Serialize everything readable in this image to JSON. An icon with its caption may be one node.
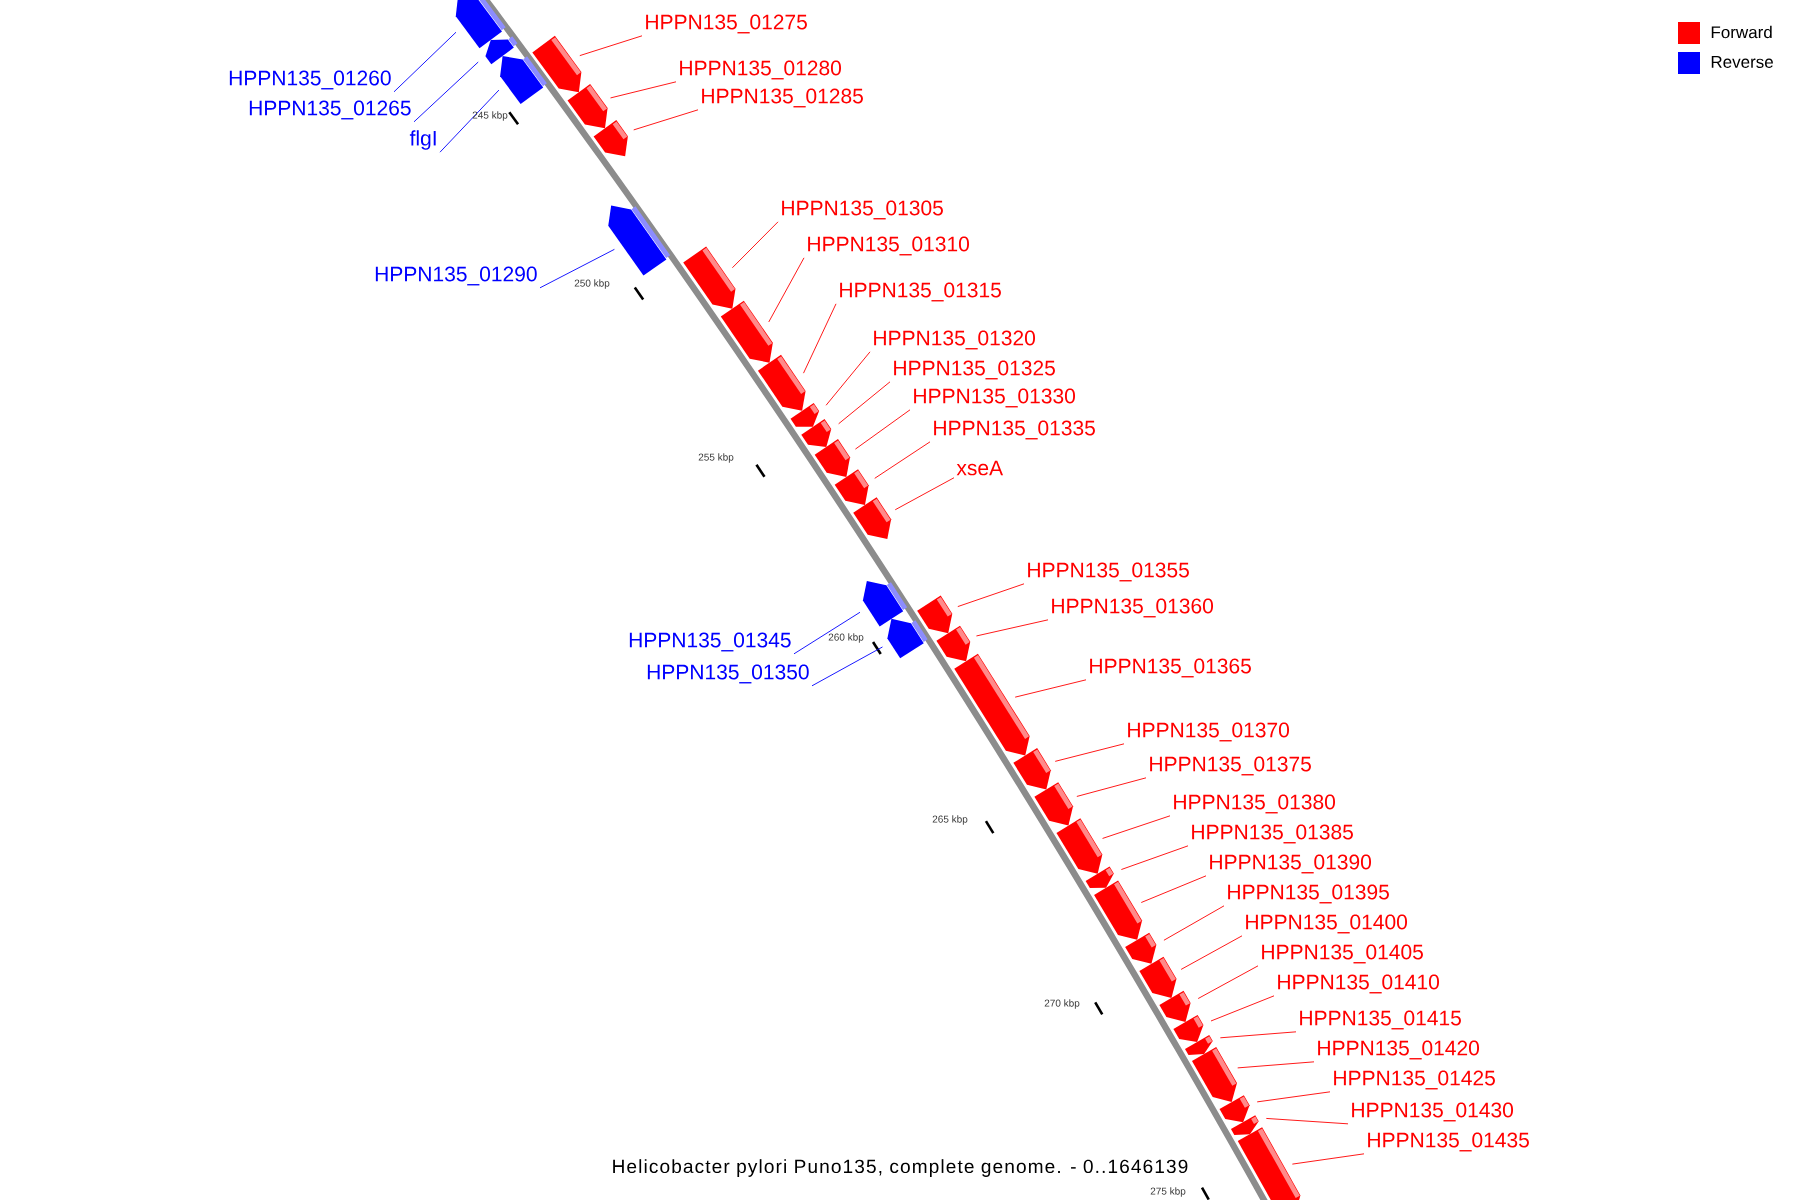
{
  "diagram": {
    "title": "Helicobacter pylori Puno135, complete genome. - 0..1646139",
    "nodes": [
      {
        "text": [
          "HPPN135_01260"
        ]
      },
      {
        "text": [],
        "shape": "bar"
      },
      {
        "text": [
          "HPPN135_01265"
        ]
      },
      {
        "text": [],
        "shape": "bar"
      },
      {
        "text": [
          "flgI"
        ]
      },
      {
        "text": [],
        "shape": "bar"
      },
      {
        "text": [
          "HPPN135_01275"
        ]
      },
      {
        "text": [],
        "shape": "bar"
      },
      {
        "text": [
          "HPPN135_01280"
        ]
      },
      {
        "text": [],
        "shape": "bar"
      },
      {
        "text": [
          "HPPN135_01285"
        ]
      },
      {
        "text": [],
        "shape": "bar"
      },
      {
        "text": [
          "HPPN135_01290"
        ]
      },
      {
        "text": [],
        "shape": "bar"
      },
      {
        "text": [
          "HPPN135_01305"
        ]
      },
      {
        "text": [],
        "shape": "bar"
      },
      {
        "text": [
          "HPPN135_01310"
        ]
      },
      {
        "text": [],
        "shape": "bar"
      },
      {
        "text": [
          "HPPN135_01315"
        ]
      },
      {
        "text": [],
        "shape": "bar"
      },
      {
        "text": [
          "HPPN135_01320"
        ]
      },
      {
        "text": [],
        "shape": "bar"
      },
      {
        "text": [
          "HPPN135_01325"
        ]
      },
      {
        "text": [],
        "shape": "bar"
      },
      {
        "text": [
          "HPPN135_01330"
        ]
      },
      {
        "text": [],
        "shape": "bar"
      },
      {
        "text": [
          "HPPN135_01335"
        ]
      },
      {
        "text": [],
        "shape": "bar"
      },
      {
        "text": [
          "xseA"
        ]
      },
      {
        "text": [],
        "shape": "bar"
      },
      {
        "text": [
          "HPPN135_01345"
        ]
      },
      {
        "text": [],
        "shape": "bar"
      },
      {
        "text": [
          "HPPN135_01350"
        ]
      },
      {
        "text": [],
        "shape": "bar"
      },
      {
        "text": [
          "HPPN135_01355"
        ]
      },
      {
        "text": [],
        "shape": "bar"
      },
      {
        "text": [
          "HPPN135_01360"
        ]
      },
      {
        "text": [],
        "shape": "bar"
      },
      {
        "text": [
          "HPPN135_01365"
        ]
      },
      {
        "text": [],
        "shape": "bar"
      },
      {
        "text": [
          "HPPN135_01370"
        ]
      },
      {
        "text": [],
        "shape": "bar"
      },
      {
        "text": [
          "HPPN135_01375"
        ]
      },
      {
        "text": [],
        "shape": "bar"
      },
      {
        "text": [
          "HPPN135_01380"
        ]
      },
      {
        "text": [],
        "shape": "bar"
      },
      {
        "text": [
          "HPPN135_01385"
        ]
      },
      {
        "text": [],
        "shape": "bar"
      },
      {
        "text": [
          "HPPN135_01390"
        ]
      },
      {
        "text": [],
        "shape": "bar"
      },
      {
        "text": [
          "HPPN135_01395"
        ]
      },
      {
        "text": [],
        "shape": "bar"
      },
      {
        "text": [
          "HPPN135_01400"
        ]
      },
      {
        "text": [],
        "shape": "bar"
      },
      {
        "text": [
          "HPPN135_01405"
        ]
      },
      {
        "text": [],
        "shape": "bar"
      },
      {
        "text": [
          "HPPN135_01410"
        ]
      },
      {
        "text": [],
        "shape": "bar"
      },
      {
        "text": [
          "HPPN135_01415"
        ]
      },
      {
        "text": [],
        "shape": "bar"
      },
      {
        "text": [
          "HPPN135_01420"
        ]
      },
      {
        "text": [],
        "shape": "bar"
      },
      {
        "text": [
          "HPPN135_01425"
        ]
      },
      {
        "text": [],
        "shape": "bar"
      },
      {
        "text": [
          "HPPN135_01430"
        ]
      },
      {
        "text": [],
        "shape": "bar"
      },
      {
        "text": [
          "HPPN135_01435"
        ]
      },
      {
        "text": [],
        "shape": "bar"
      }
    ],
    "edges": [
      {
        "from": 0,
        "to": 1,
        "arrow": "none",
        "color": "#0000ff"
      },
      {
        "from": 2,
        "to": 3,
        "arrow": "none",
        "color": "#0000ff"
      },
      {
        "from": 4,
        "to": 5,
        "arrow": "none",
        "color": "#0000ff"
      },
      {
        "from": 6,
        "to": 7,
        "arrow": "none"
      },
      {
        "from": 8,
        "to": 9,
        "arrow": "none"
      },
      {
        "from": 10,
        "to": 11,
        "arrow": "none"
      },
      {
        "from": 12,
        "to": 13,
        "arrow": "none",
        "color": "#0000ff"
      },
      {
        "from": 14,
        "to": 15,
        "arrow": "none"
      },
      {
        "from": 16,
        "to": 17,
        "arrow": "none"
      },
      {
        "from": 18,
        "to": 19,
        "arrow": "none"
      },
      {
        "from": 20,
        "to": 21,
        "arrow": "none"
      },
      {
        "from": 22,
        "to": 23,
        "arrow": "none"
      },
      {
        "from": 24,
        "to": 25,
        "arrow": "none"
      },
      {
        "from": 26,
        "to": 27,
        "arrow": "none"
      },
      {
        "from": 28,
        "to": 29,
        "arrow": "none"
      },
      {
        "from": 30,
        "to": 31,
        "arrow": "none",
        "color": "#0000ff"
      },
      {
        "from": 32,
        "to": 33,
        "arrow": "none",
        "color": "#0000ff"
      },
      {
        "from": 34,
        "to": 35,
        "arrow": "none"
      },
      {
        "from": 36,
        "to": 37,
        "arrow": "none"
      },
      {
        "from": 38,
        "to": 39,
        "arrow": "none"
      },
      {
        "from": 40,
        "to": 41,
        "arrow": "none"
      },
      {
        "from": 42,
        "to": 43,
        "arrow": "none"
      },
      {
        "from": 44,
        "to": 45,
        "arrow": "none"
      },
      {
        "from": 46,
        "to": 47,
        "arrow": "none"
      },
      {
        "from": 48,
        "to": 49,
        "arrow": "none"
      },
      {
        "from": 50,
        "to": 51,
        "arrow": "none"
      },
      {
        "from": 52,
        "to": 53,
        "arrow": "none"
      },
      {
        "from": 54,
        "to": 55,
        "arrow": "none"
      },
      {
        "from": 56,
        "to": 57,
        "arrow": "none"
      },
      {
        "from": 58,
        "to": 59,
        "arrow": "none"
      },
      {
        "from": 60,
        "to": 61,
        "arrow": "none"
      },
      {
        "from": 62,
        "to": 63,
        "arrow": "none"
      },
      {
        "from": 64,
        "to": 65,
        "arrow": "none"
      },
      {
        "from": 66,
        "to": 67,
        "arrow": "none"
      }
    ],
    "labels": [
      "245 kbp",
      "250 kbp",
      "255 kbp",
      "260 kbp",
      "265 kbp",
      "270 kbp",
      "275 kbp"
    ],
    "legend": [
      {
        "text": "Forward",
        "color": "#ff0000"
      },
      {
        "text": "Reverse",
        "color": "#0000ff"
      }
    ]
  }
}
